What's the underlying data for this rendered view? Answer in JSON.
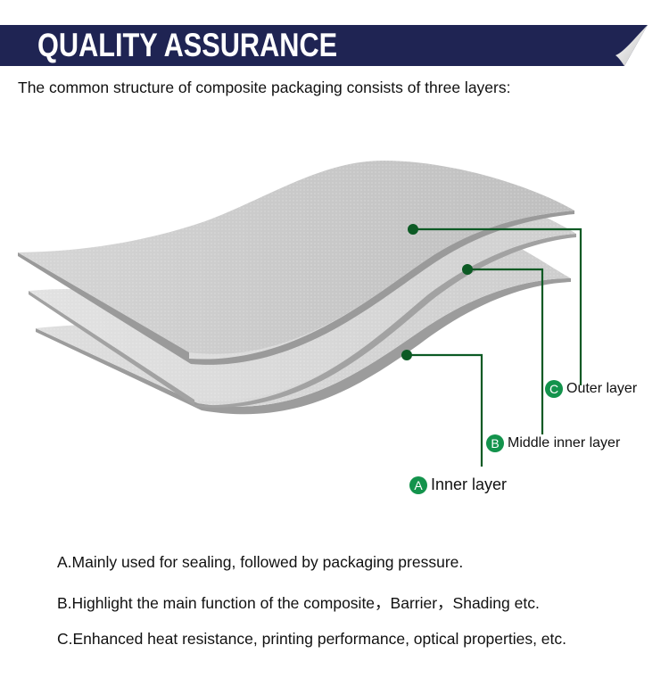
{
  "banner": {
    "title": "QUALITY ASSURANCE",
    "color": "#1f2453"
  },
  "intro": "The common structure of composite packaging consists of three layers:",
  "diagram": {
    "accent": "#0c5a24",
    "badge_color": "#13934c",
    "layers": [
      {
        "badge": "C",
        "label": "Outer layer"
      },
      {
        "badge": "B",
        "label": "Middle inner layer"
      },
      {
        "badge": "A",
        "label": "Inner layer"
      }
    ]
  },
  "descriptions": [
    "A.Mainly used for sealing, followed by packaging pressure.",
    "B.Highlight the main function of the composite，Barrier，Shading etc.",
    "C.Enhanced heat resistance, printing performance, optical properties, etc."
  ]
}
